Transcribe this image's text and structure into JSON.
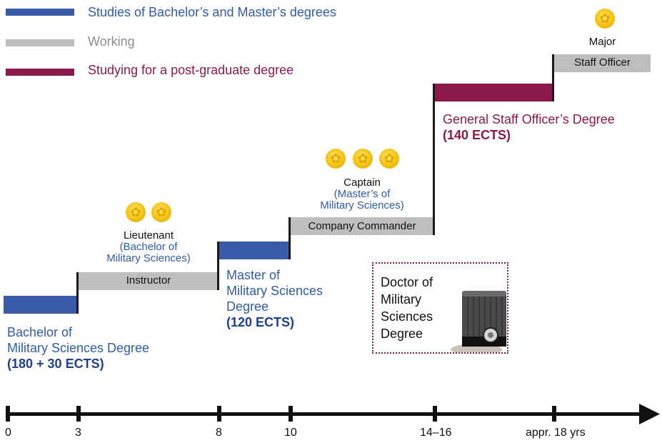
{
  "legend": [
    {
      "label": "Studies of Bachelor’s and Master’s degrees",
      "color": "#3a5ba7",
      "text_color": "#2f5ca8"
    },
    {
      "label": "Working",
      "color": "#bebebe",
      "text_color": "#8c8c8c"
    },
    {
      "label": "Studying for a post-graduate degree",
      "color": "#8b1a4b",
      "text_color": "#8b1a4b"
    }
  ],
  "roles": {
    "instructor": "Instructor",
    "company_commander": "Company Commander",
    "staff_officer": "Staff Officer"
  },
  "ranks": {
    "lieutenant": {
      "title": "Lieutenant",
      "sub_line1": "(Bachelor of",
      "sub_line2": "Military Sciences)",
      "stars": 2
    },
    "captain": {
      "title": "Captain",
      "sub_line1": "(Master’s of",
      "sub_line2": "Military Sciences)",
      "stars": 3
    },
    "major": {
      "title": "Major",
      "stars": 1
    }
  },
  "degrees": {
    "bachelor": {
      "line1": "Bachelor of",
      "line2": "Military Sciences Degree",
      "ects": "(180 + 30 ECTS)"
    },
    "master": {
      "line1": "Master of",
      "line2": "Military Sciences",
      "line3": "Degree",
      "ects": "(120 ECTS)"
    },
    "general_staff": {
      "line1": "General Staff Officer’s Degree",
      "ects": "(140 ECTS)"
    },
    "doctor": {
      "line1": "Doctor of",
      "line2": "Military",
      "line3": "Sciences",
      "line4": "Degree"
    }
  },
  "timeline": {
    "ticks": [
      "0",
      "3",
      "8",
      "10",
      "14–16",
      "appr. 18 yrs"
    ]
  },
  "colors": {
    "blue": "#3a5ba7",
    "gray": "#bebebe",
    "maroon": "#8b1a4b",
    "gold": "#f5c10f"
  }
}
